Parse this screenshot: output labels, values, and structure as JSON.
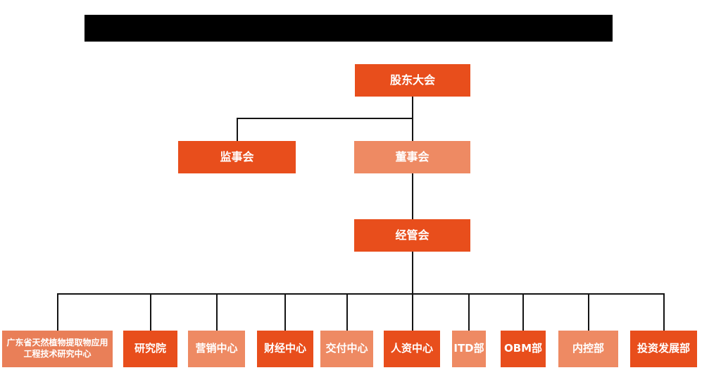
{
  "palette": {
    "dark_orange": "#e84e1c",
    "salmon": "#ee8a63",
    "deep_salmon": "#e97f58",
    "connector_line": "#141414",
    "label_text": "#ffffff",
    "redaction_black": "#000000",
    "background": "#ffffff"
  },
  "header": {
    "redacted_title_bar": ""
  },
  "org": {
    "level1": [
      {
        "id": "shareholders-meeting",
        "label": "股东大会",
        "color": "#e84e1c"
      }
    ],
    "level2": [
      {
        "id": "supervisory-board",
        "label": "监事会",
        "color": "#e84e1c"
      },
      {
        "id": "board-of-directors",
        "label": "董事会",
        "color": "#ee8a63"
      }
    ],
    "level3": [
      {
        "id": "management-committee",
        "label": "经管会",
        "color": "#e84e1c"
      }
    ],
    "level4": [
      {
        "id": "guangdong-natural-plant-extract-research-center",
        "label": "广东省天然植物提取物应用工程技术研究中心",
        "color": "#e97f58"
      },
      {
        "id": "research-institute",
        "label": "研究院",
        "color": "#e84e1c"
      },
      {
        "id": "marketing-center",
        "label": "营销中心",
        "color": "#ee8a63"
      },
      {
        "id": "finance-center",
        "label": "财经中心",
        "color": "#e84e1c"
      },
      {
        "id": "delivery-center",
        "label": "交付中心",
        "color": "#ee8a63"
      },
      {
        "id": "hr-center",
        "label": "人资中心",
        "color": "#e84e1c"
      },
      {
        "id": "itd-department",
        "label": "ITD部",
        "color": "#ee8a63"
      },
      {
        "id": "obm-department",
        "label": "OBM部",
        "color": "#e84e1c"
      },
      {
        "id": "internal-control-department",
        "label": "内控部",
        "color": "#ee8a63"
      },
      {
        "id": "investment-development-department",
        "label": "投资发展部",
        "color": "#e84e1c"
      }
    ]
  }
}
